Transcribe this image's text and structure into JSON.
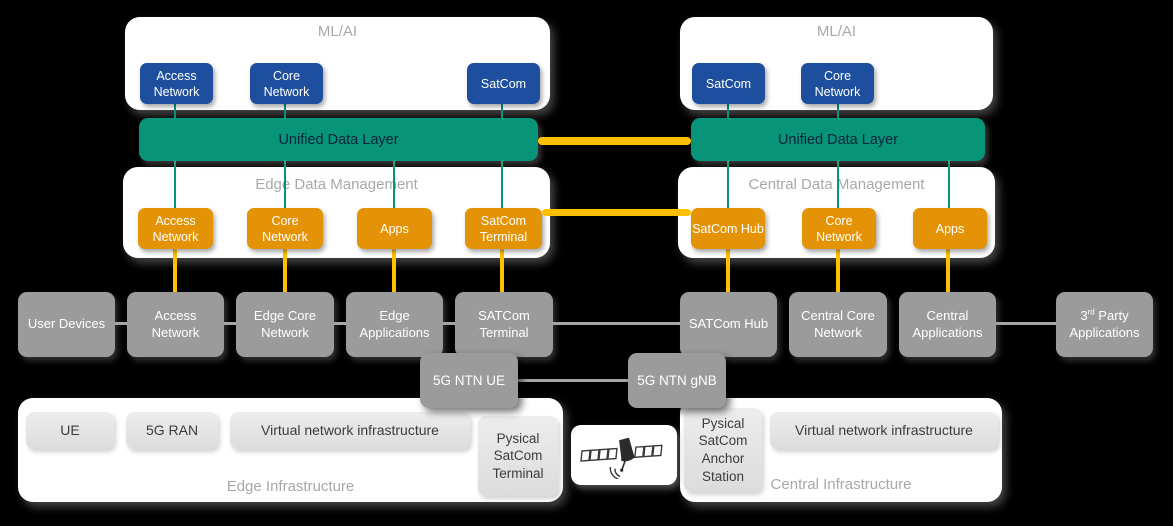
{
  "diagram": {
    "ml_left": {
      "title": "ML/AI",
      "chips": [
        "Access Network",
        "Core Network",
        "SatCom"
      ]
    },
    "ml_right": {
      "title": "ML/AI",
      "chips": [
        "SatCom",
        "Core Network"
      ]
    },
    "udl_left": "Unified Data Layer",
    "udl_right": "Unified Data Layer",
    "edm": {
      "title": "Edge Data Management",
      "chips": [
        "Access Network",
        "Core Network",
        "Apps",
        "SatCom Terminal"
      ]
    },
    "cdm": {
      "title": "Central Data Management",
      "chips": [
        "SatCom Hub",
        "Core Network",
        "Apps"
      ]
    },
    "network_row": [
      "User Devices",
      "Access Network",
      "Edge Core Network",
      "Edge Applications",
      "SATCom Terminal",
      "SATCom Hub",
      "Central Core Network",
      "Central Applications"
    ],
    "third_party": {
      "num": "3",
      "sup": "rd",
      "rest": " Party Applications"
    },
    "ntn": {
      "ue": "5G NTN UE",
      "gnb": "5G NTN gNB"
    },
    "edge_infra": {
      "title": "Edge Infrastructure",
      "ue": "UE",
      "ran": "5G RAN",
      "vni": "Virtual network infrastructure",
      "terminal": "Pysical SatCom Terminal"
    },
    "central_infra": {
      "title": "Central Infrastructure",
      "vni": "Virtual network infrastructure",
      "anchor": "Pysical SatCom Anchor Station"
    }
  },
  "colors": {
    "background": "#000000",
    "blue": "#1d4f9e",
    "green": "#089478",
    "orange": "#e59306",
    "yellow": "#ffc000",
    "gray_box": "#9b9b9b",
    "light_box": "#e4e4e4",
    "panel_title": "#a8a8a8"
  }
}
